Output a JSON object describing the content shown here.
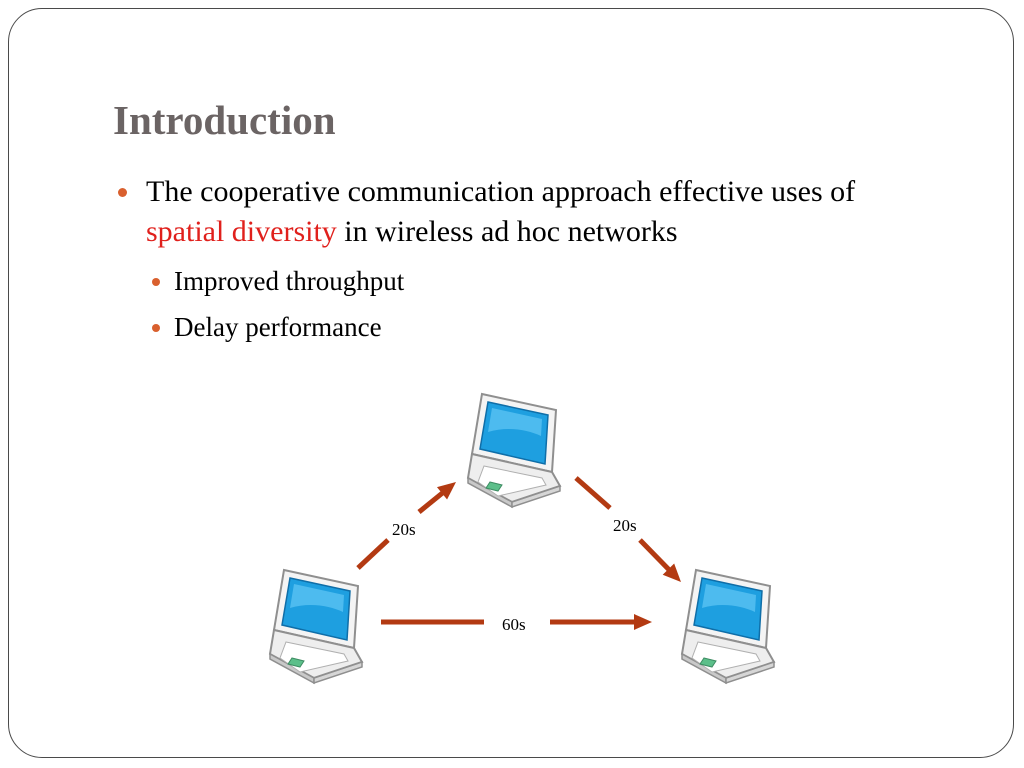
{
  "slide": {
    "title": "Introduction",
    "bullet_main_part1": "The cooperative communication approach effective uses of ",
    "bullet_main_highlight": "spatial diversity",
    "bullet_main_part2": " in wireless ad hoc networks",
    "sub_bullets": [
      "Improved throughput",
      "Delay performance"
    ],
    "highlight_color": "#e0201c",
    "bullet_color": "#d9602e"
  },
  "diagram": {
    "nodes": [
      "laptop",
      "laptop",
      "laptop"
    ],
    "edges": [
      {
        "label": "20s"
      },
      {
        "label": "20s"
      },
      {
        "label": "60s"
      }
    ],
    "arrow_color": "#b33a12"
  }
}
